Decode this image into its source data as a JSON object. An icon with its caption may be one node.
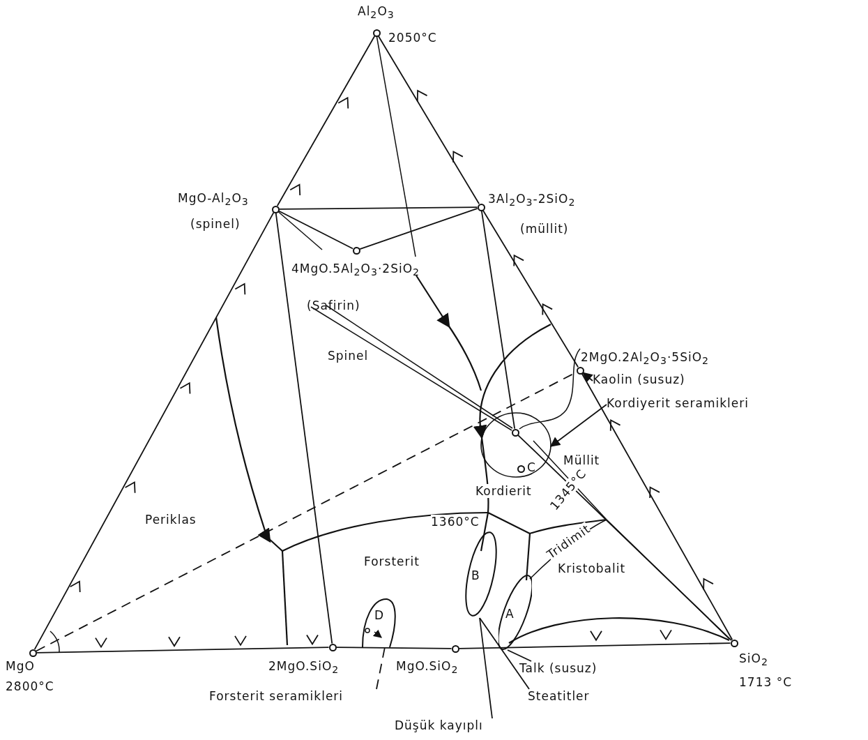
{
  "diagram": {
    "nodes": [
      {
        "text": [],
        "shape": "circle",
        "beside": [
          "Al$_{2}$O$_{3}$",
          "2050°C"
        ]
      },
      {
        "text": [],
        "shape": "circle",
        "beside": [
          "MgO-Al$_{2}$O$_{3}$",
          "(spinel)"
        ]
      },
      {
        "text": [],
        "shape": "circle",
        "beside": [
          "3Al$_{2}$O$_{3}$-2SiO$_{2}$",
          "(müllit)"
        ]
      },
      {
        "text": [],
        "shape": "circle",
        "beside": [
          "4MgO.5Al$_{2}$O$_{3}$·2SiO$_{2}$",
          "(Safirin)"
        ]
      },
      {
        "text": [],
        "shape": "circle"
      },
      {
        "text": [
          "Kaolin (susuz)"
        ]
      },
      {
        "text": [],
        "shape": "circle",
        "in": 20
      },
      {
        "text": [
          "Kordiyerit seramikleri"
        ]
      },
      {
        "text": [],
        "shape": "circle",
        "beside": [
          "MgO",
          "2800°C"
        ]
      },
      {
        "text": [],
        "shape": "circle",
        "beside": [
          "2MgO.SiO$_{2}$"
        ]
      },
      {
        "text": [],
        "shape": "circle",
        "beside": [
          "MgO.SiO$_{2}$"
        ]
      },
      {
        "text": [],
        "shape": "circle",
        "beside": [
          "SiO$_{2}$",
          "1713 °C"
        ]
      },
      {
        "text": [
          "D"
        ]
      },
      {
        "text": [
          "B"
        ]
      },
      {
        "text": [
          "A"
        ]
      },
      {
        "text": [
          "Forsterit seramikleri"
        ]
      },
      {
        "text": [
          "Talk (susuz)"
        ]
      },
      {
        "text": [
          "Steatitler"
        ]
      },
      {
        "text": [
          "Düşük kayıplı"
        ]
      },
      {
        "text": [],
        "shape": "circle",
        "beside": [
          "C"
        ],
        "in": 20
      },
      {
        "text": [],
        "shape": "circle"
      }
    ],
    "edges": [
      {
        "from": 0,
        "to": 1,
        "arrow": "none"
      },
      {
        "from": 1,
        "to": 8,
        "arrow": "none"
      },
      {
        "from": 0,
        "to": 2,
        "arrow": "none"
      },
      {
        "from": 2,
        "to": 4,
        "arrow": "none"
      },
      {
        "from": 4,
        "to": 11,
        "arrow": "none"
      },
      {
        "from": 8,
        "to": 9,
        "arrow": "none"
      },
      {
        "from": 9,
        "to": 10,
        "arrow": "none"
      },
      {
        "from": 10,
        "to": 11,
        "arrow": "none"
      },
      {
        "from": 1,
        "to": 2,
        "arrow": "none"
      },
      {
        "from": 1,
        "to": 3,
        "arrow": "none"
      },
      {
        "from": 3,
        "to": 2,
        "arrow": "none"
      },
      {
        "from": 1,
        "to": 9,
        "arrow": "none"
      },
      {
        "from": 2,
        "to": 6,
        "arrow": "none"
      },
      {
        "from": 6,
        "to": 11,
        "arrow": "none"
      },
      {
        "from": 8,
        "to": 4,
        "arrow": "none",
        "style": "dashed"
      },
      {
        "from": 5,
        "to": 4,
        "arrow": "to"
      },
      {
        "from": 7,
        "to": 20,
        "arrow": "to"
      },
      {
        "from": 15,
        "to": 12,
        "arrow": "none",
        "style": "dashed"
      },
      {
        "from": 16,
        "to": 14,
        "arrow": "none"
      },
      {
        "from": 17,
        "to": 13,
        "arrow": "none"
      },
      {
        "from": 18,
        "to": 13,
        "arrow": "none"
      }
    ],
    "labels": [
      "Spinel",
      "2MgO.2Al$_{2}$O$_{3}$·5SiO$_{2}$",
      "Müllit",
      "Kordierit",
      "1345°C",
      "Periklas",
      "1360°C",
      "Tridimit",
      "Forsterit",
      "Kristobalit"
    ]
  }
}
